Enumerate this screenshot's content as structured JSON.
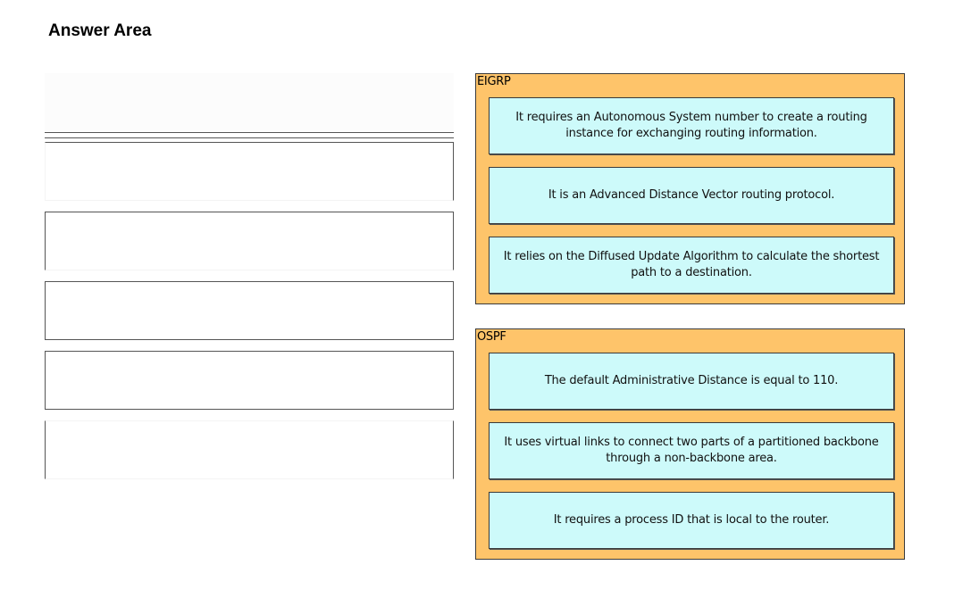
{
  "page": {
    "title": "Answer Area"
  },
  "groups": [
    {
      "label": "EIGRP",
      "items": [
        "It requires an Autonomous System number to create a routing instance for exchanging routing information.",
        "It is an Advanced Distance Vector routing protocol.",
        "It relies on the Diffused Update Algorithm to calculate the shortest path to a destination."
      ]
    },
    {
      "label": "OSPF",
      "items": [
        "The default Administrative Distance is equal to 110.",
        "It uses virtual links to connect two parts of a partitioned backbone through a non-backbone area.",
        "It requires a process ID that is local to the router."
      ]
    }
  ],
  "colors": {
    "group_background": "#fec46a",
    "item_background": "#cdfafa",
    "border": "#3a3a3a"
  }
}
